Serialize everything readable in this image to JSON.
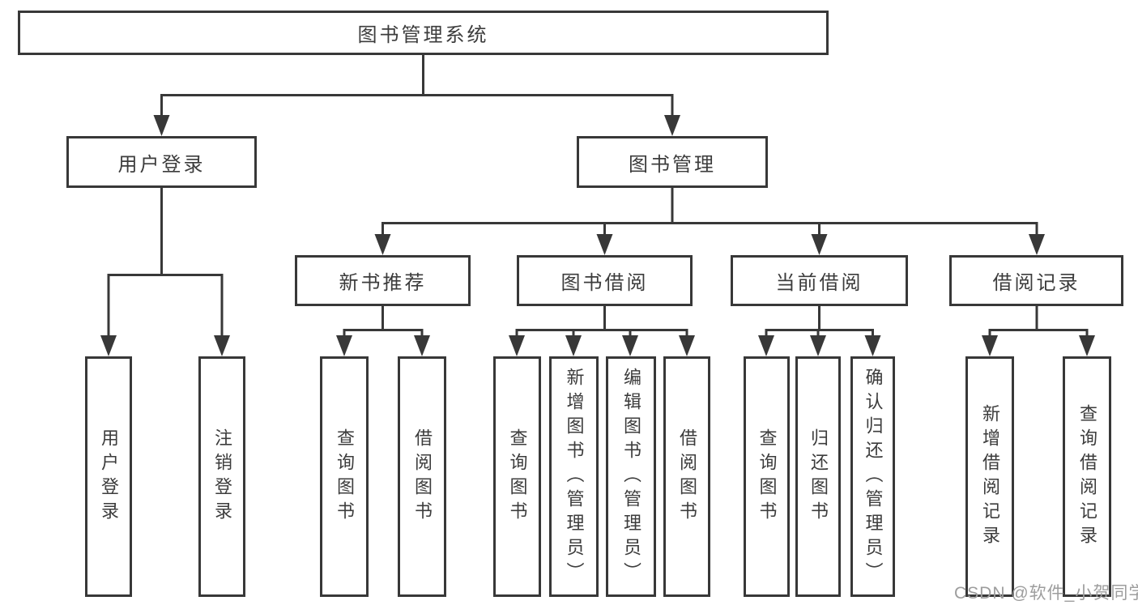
{
  "diagram": {
    "type": "hierarchy",
    "tree": {
      "label": "图书管理系统",
      "children": [
        {
          "label": "用户登录",
          "children": [
            {
              "label": "用户登录"
            },
            {
              "label": "注销登录"
            }
          ]
        },
        {
          "label": "图书管理",
          "children": [
            {
              "label": "新书推荐",
              "children": [
                {
                  "label": "查询图书"
                },
                {
                  "label": "借阅图书"
                }
              ]
            },
            {
              "label": "图书借阅",
              "children": [
                {
                  "label": "查询图书"
                },
                {
                  "label": "新增图书（管理员）"
                },
                {
                  "label": "编辑图书（管理员）"
                },
                {
                  "label": "借阅图书"
                }
              ]
            },
            {
              "label": "当前借阅",
              "children": [
                {
                  "label": "查询图书"
                },
                {
                  "label": "归还图书"
                },
                {
                  "label": "确认归还（管理员）"
                }
              ]
            },
            {
              "label": "借阅记录",
              "children": [
                {
                  "label": "新增借阅记录"
                },
                {
                  "label": "查询借阅记录"
                }
              ]
            }
          ]
        }
      ]
    }
  },
  "watermark": {
    "text": "CSDN @软件_小贺同学"
  },
  "colors": {
    "line": "#383838",
    "ink": "#3c3c3c",
    "bg": "#ffffff",
    "watermark": "#9d9d9d"
  }
}
